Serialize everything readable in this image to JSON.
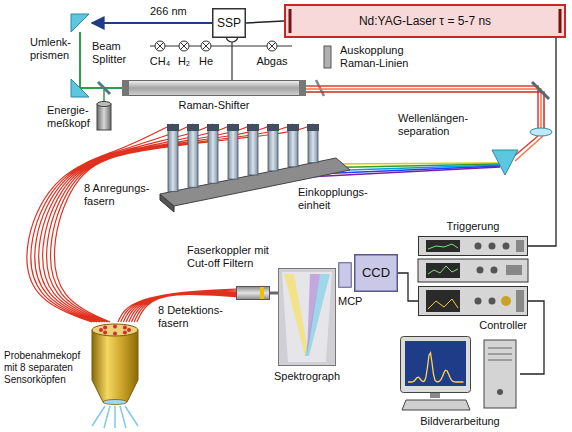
{
  "diagram": {
    "nodes": [
      {
        "text": [
          "SSP"
        ]
      },
      {
        "text": [
          "Nd:YAG-Laser τ = 5-7 ns"
        ]
      },
      {
        "text": [
          "Raman-Shifter"
        ]
      },
      {
        "text": [
          "Einkopplungs- einheit"
        ]
      },
      {
        "text": [
          "Faserkoppler mit Cut-off Filtern"
        ]
      },
      {
        "text": [
          "Spektrograph"
        ]
      },
      {
        "text": [
          "MCP"
        ]
      },
      {
        "text": [
          "CCD"
        ]
      },
      {
        "text": [
          "Triggerung"
        ]
      },
      {
        "text": [
          "Controller"
        ]
      },
      {
        "text": [
          "Probenahmekopf mit 8 separaten Sensorköpfen"
        ]
      },
      {
        "text": [
          "Bildverarbeitung"
        ]
      }
    ],
    "edges": [
      {
        "from": 1,
        "to": 0,
        "arrow": "none"
      },
      {
        "from": 3,
        "to": 10,
        "arrow": "none"
      },
      {
        "from": 10,
        "to": 4,
        "arrow": "none"
      },
      {
        "from": 4,
        "to": 5,
        "arrow": "none"
      },
      {
        "from": 8,
        "to": 1,
        "arrow": "none"
      },
      {
        "from": 9,
        "to": 7,
        "arrow": "none"
      },
      {
        "from": 11,
        "to": 9,
        "arrow": "none"
      }
    ],
    "labels": [
      "266 nm",
      "Umlenk- prismen",
      "Beam Splitter",
      "Energie- meßkopf",
      "CH₄",
      "H₂",
      "He",
      "Abgas",
      "Auskopplung Raman-Linien",
      "Wellenlängen- separation",
      "8 Anregungs- fasern",
      "8 Detektions- fasern"
    ]
  }
}
